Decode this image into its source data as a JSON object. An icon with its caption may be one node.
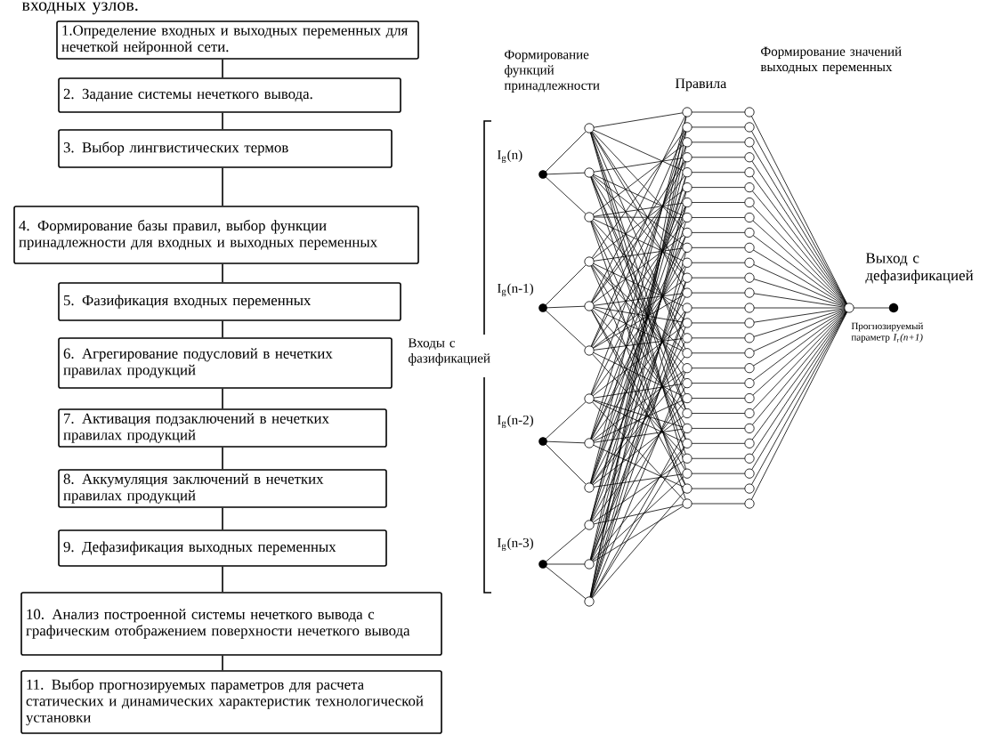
{
  "diagram": {
    "nodes": [
      {
        "text": [
          "1.Определение входных и выходных переменных для нечеткой нейронной сети."
        ]
      },
      {
        "text": [
          "2. Задание системы нечеткого вывода."
        ]
      },
      {
        "text": [
          "3. Выбор лингвистических термов"
        ]
      },
      {
        "text": [
          "4. Формирование базы правил, выбор функции принадлежности для входных и выходных переменных"
        ]
      },
      {
        "text": [
          "5. Фазификация входных переменных"
        ]
      },
      {
        "text": [
          "6. Агрегирование подусловий в нечетких правилах продукций"
        ]
      },
      {
        "text": [
          "7. Активация подзаключений в нечетких правилах продукций"
        ]
      },
      {
        "text": [
          "8. Аккумуляция заключений в нечетких правилах продукций"
        ]
      },
      {
        "text": [
          "9. Дефазификация выходных переменных"
        ]
      },
      {
        "text": [
          "10. Анализ построенной системы нечеткого вывода с графическим отображением поверхности нечеткого вывода"
        ]
      },
      {
        "text": [
          "11. Выбор прогнозируемых параметров для расчета статических и динамических характеристик технологической установки"
        ]
      }
    ],
    "edges": [
      {
        "from": 0,
        "to": 1,
        "arrow": "none"
      },
      {
        "from": 1,
        "to": 2,
        "arrow": "none"
      },
      {
        "from": 2,
        "to": 3,
        "arrow": "none"
      },
      {
        "from": 3,
        "to": 4,
        "arrow": "none"
      },
      {
        "from": 4,
        "to": 5,
        "arrow": "none"
      },
      {
        "from": 5,
        "to": 6,
        "arrow": "none"
      },
      {
        "from": 6,
        "to": 7,
        "arrow": "none"
      },
      {
        "from": 7,
        "to": 8,
        "arrow": "none"
      },
      {
        "from": 8,
        "to": 9,
        "arrow": "none"
      },
      {
        "from": 9,
        "to": 10,
        "arrow": "none"
      }
    ],
    "labels": [
      "входных узлов.",
      "Формирование функций принадлежности",
      "Правила",
      "Формирование значений выходных переменных",
      "I$_{g}$(n)",
      "Выход с дефазификацией",
      "I$_{g}$(n-1)",
      "Входы с фазификацией",
      "Прогнозируемый параметр *I*$_{r}$*(n+1)*",
      "I$_{g}$(n-2)",
      "I$_{g}$(n-3)"
    ]
  }
}
